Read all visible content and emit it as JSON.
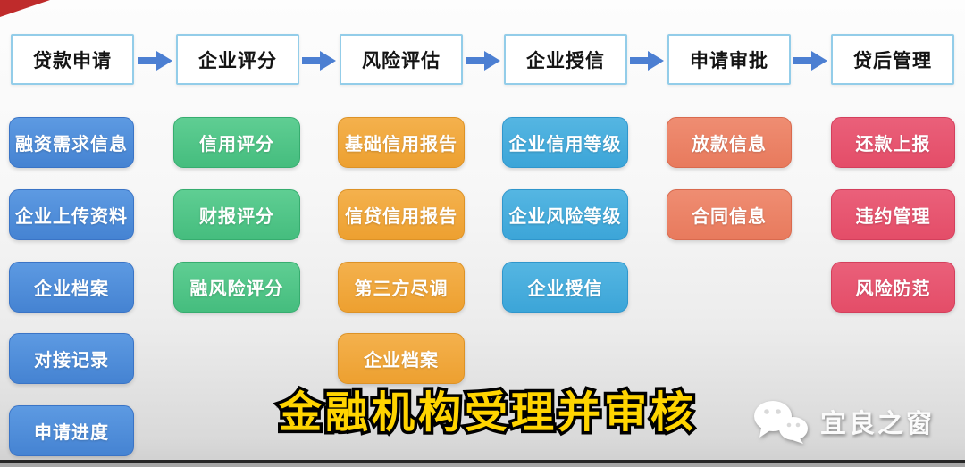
{
  "flow_steps": [
    {
      "label": "贷款申请"
    },
    {
      "label": "企业评分"
    },
    {
      "label": "风险评估"
    },
    {
      "label": "企业授信"
    },
    {
      "label": "申请审批"
    },
    {
      "label": "贷后管理"
    }
  ],
  "columns": [
    {
      "step": "贷款申请",
      "bg_top": "#5d9ae2",
      "bg_bottom": "#4583d2",
      "border": "#3a74c6",
      "items": [
        "融资需求信息",
        "企业上传资料",
        "企业档案",
        "对接记录",
        "申请进度"
      ]
    },
    {
      "step": "企业评分",
      "bg_top": "#5fce93",
      "bg_bottom": "#45bd7e",
      "border": "#36ad6f",
      "items": [
        "信用评分",
        "财报评分",
        "融风险评分"
      ]
    },
    {
      "step": "风险评估",
      "bg_top": "#f4b14d",
      "bg_bottom": "#eda030",
      "border": "#dd9226",
      "items": [
        "基础信用报告",
        "信贷信用报告",
        "第三方尽调",
        "企业档案"
      ]
    },
    {
      "step": "企业授信",
      "bg_top": "#55b6e2",
      "bg_bottom": "#3ca5d8",
      "border": "#2f96cc",
      "items": [
        "企业信用等级",
        "企业风险等级",
        "企业授信"
      ]
    },
    {
      "step": "申请审批",
      "bg_top": "#ef8d72",
      "bg_bottom": "#e87a5d",
      "border": "#d96a4e",
      "items": [
        "放款信息",
        "合同信息"
      ]
    },
    {
      "step": "贷后管理",
      "bg_top": "#ea607a",
      "bg_bottom": "#e44d68",
      "border": "#d43f5c",
      "items": [
        "还款上报",
        "违约管理",
        "风险防范"
      ]
    }
  ],
  "caption": {
    "text": "金融机构受理并审核",
    "color": "#ffd400",
    "outline_color": "#000000"
  },
  "watermark": {
    "label": "宜良之窗",
    "icon": "wechat-icon"
  },
  "colors": {
    "arrow": "#4c7fd2",
    "step_border": "#93cde9",
    "ribbon": "#bf2b2b"
  }
}
